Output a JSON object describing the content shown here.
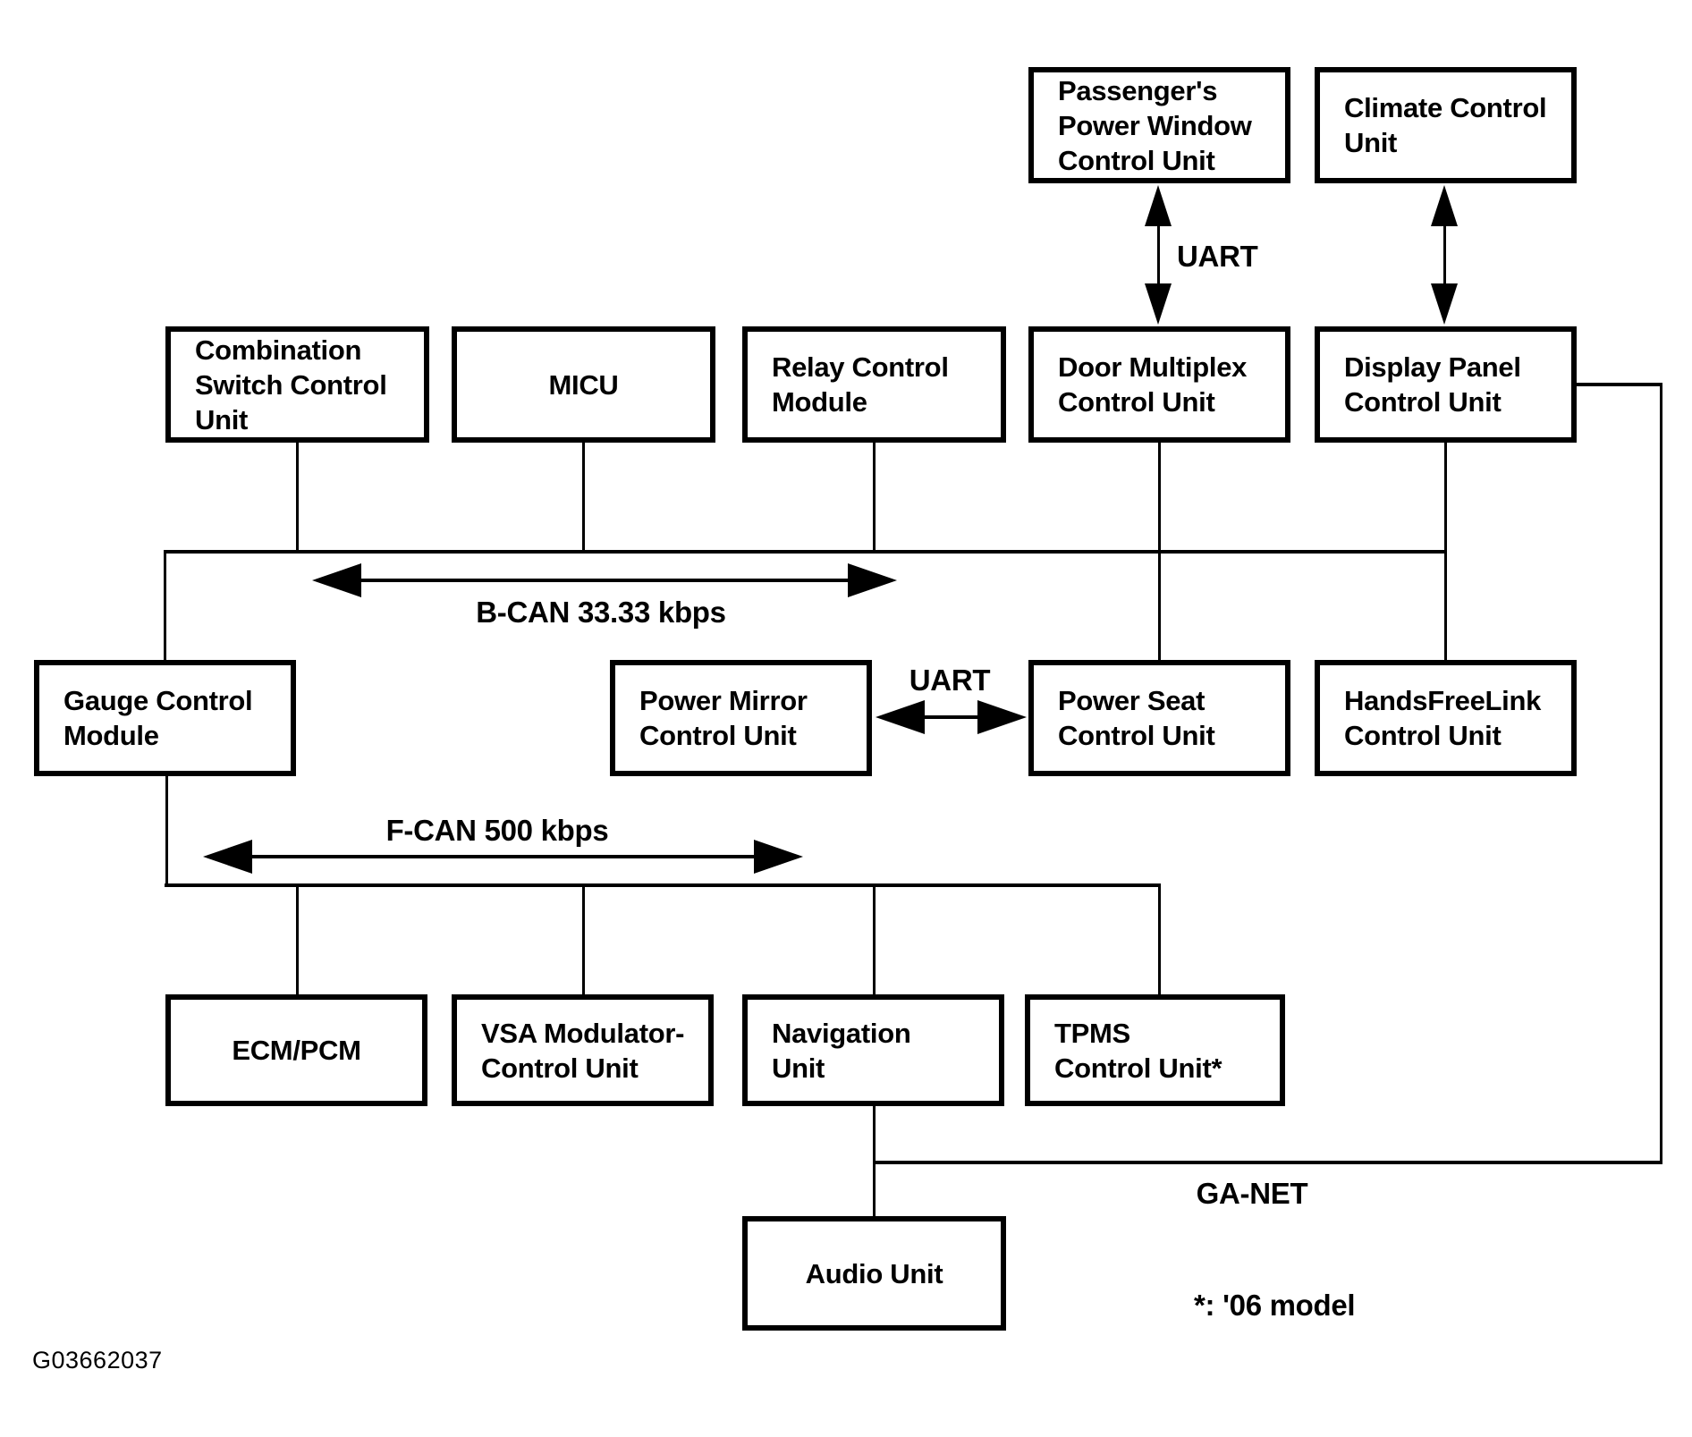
{
  "diagram": {
    "figure_id": "G03662037",
    "footnote": "*: '06 model",
    "nodes": {
      "passengers_power_window": "Passenger's\nPower Window\nControl Unit",
      "climate_control": "Climate Control\nUnit",
      "combination_switch": "Combination\nSwitch Control\nUnit",
      "micu": "MICU",
      "relay_control": "Relay Control\nModule",
      "door_multiplex": "Door Multiplex\nControl Unit",
      "display_panel": "Display Panel\nControl Unit",
      "gauge_control": "Gauge Control\nModule",
      "power_mirror": "Power Mirror\nControl Unit",
      "power_seat": "Power Seat\nControl Unit",
      "handsfreelink": "HandsFreeLink\nControl Unit",
      "ecm_pcm": "ECM/PCM",
      "vsa_modulator": "VSA Modulator-\nControl Unit",
      "navigation": "Navigation\nUnit",
      "tpms": "TPMS\nControl Unit*",
      "audio": "Audio Unit"
    },
    "labels": {
      "b_can": "B-CAN 33.33 kbps",
      "f_can": "F-CAN 500 kbps",
      "uart_window": "UART",
      "uart_seat": "UART",
      "ga_net": "GA-NET"
    }
  }
}
